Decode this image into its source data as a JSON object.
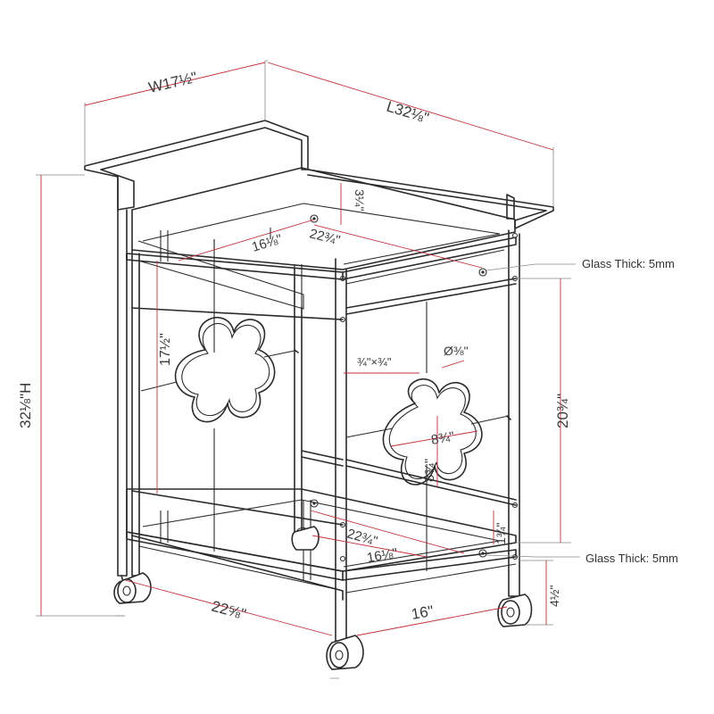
{
  "title": "",
  "dimensions": {
    "width": "W17½\"",
    "length": "L32⅛\"",
    "height": "32⅛\"H",
    "top_rail": "3¼\"",
    "top_tray_depth": "16⅛\"",
    "top_tray_width": "22¾\"",
    "panel_height": "17½\"",
    "tube": "¾\"×¾\"",
    "rod": "Ø⅜\"",
    "side_height": "20¾\"",
    "quatrefoil_width": "8¾\"",
    "quatrefoil_height": "8¾\"",
    "bottom_rail": "1¾\"",
    "bottom_tray_width": "22¾\"",
    "bottom_tray_depth": "16⅛\"",
    "base_length": "22⅝\"",
    "base_width": "16\"",
    "clearance": "4½\""
  },
  "notes": {
    "glass_top": "Glass Thick: 5mm",
    "glass_bottom": "Glass Thick: 5mm"
  },
  "colors": {
    "line": "#2b2b2b",
    "dimension": "#c0303a",
    "text": "#3a3a3a"
  },
  "icons": {
    "wheel": "caster-wheel-icon"
  }
}
